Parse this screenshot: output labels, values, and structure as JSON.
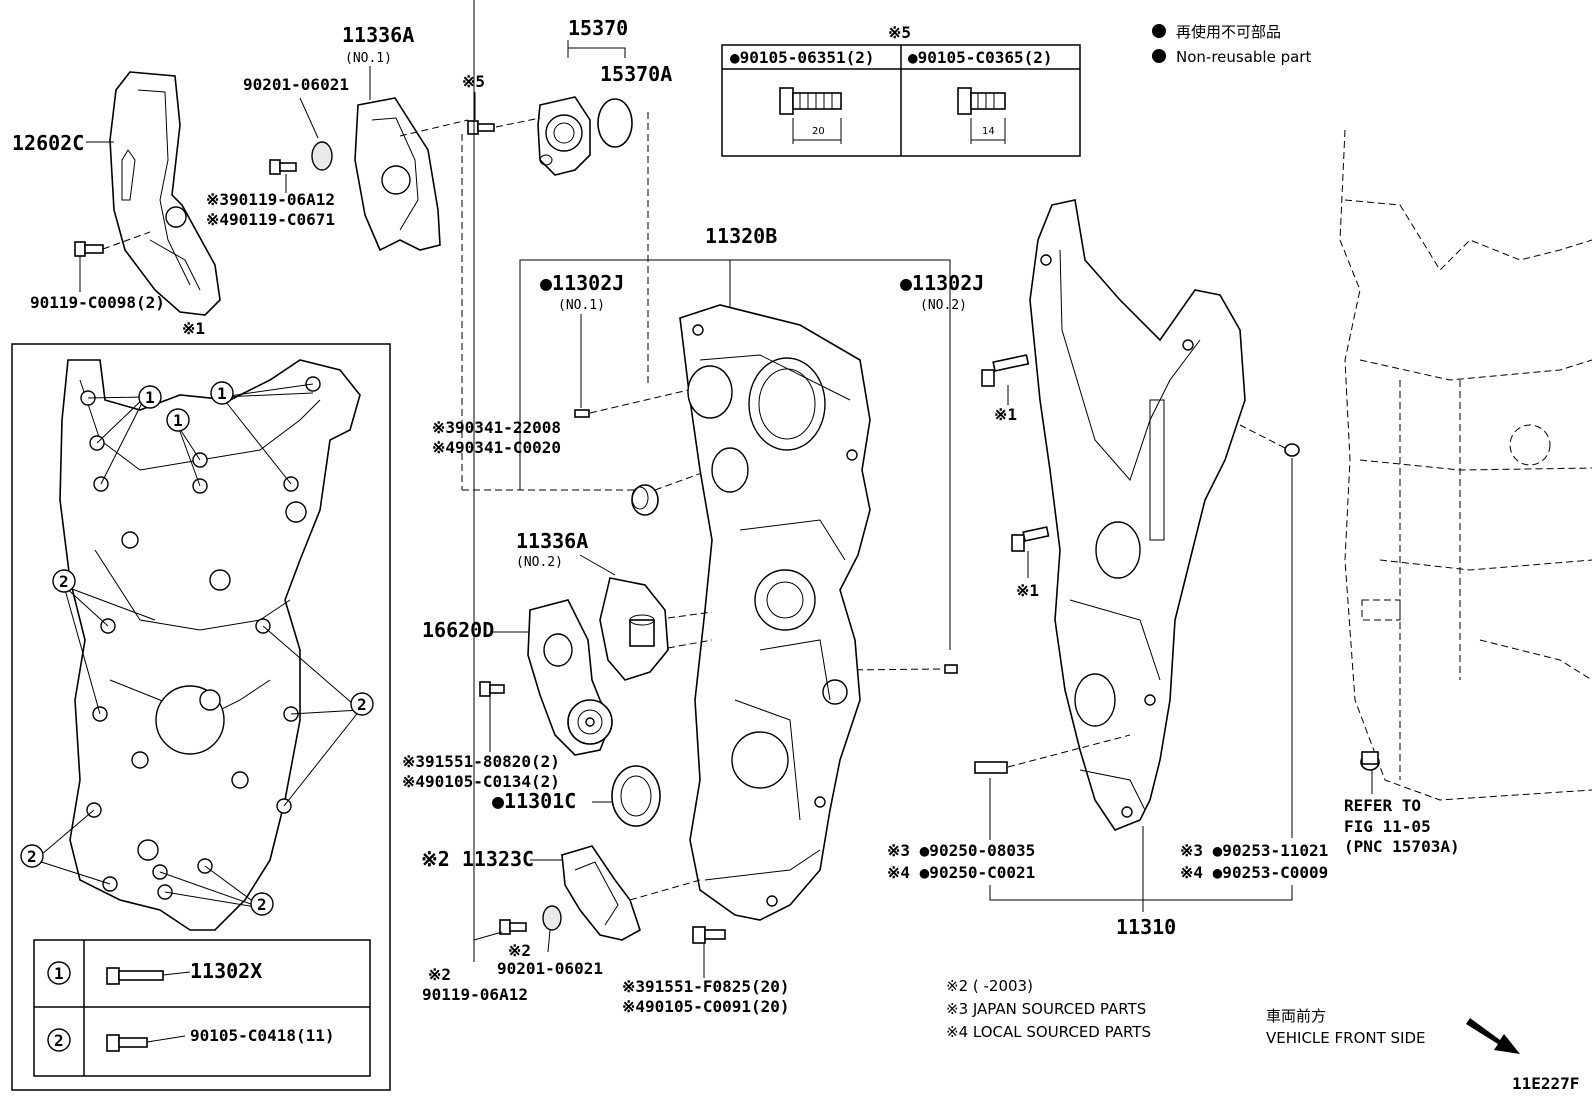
{
  "legend": {
    "non_reusable_jp": "再使用不可部品",
    "non_reusable_en": "Non-reusable part"
  },
  "parts": {
    "p12602C": "12602C",
    "p11336A": "11336A",
    "p11336A_no1": "(NO.1)",
    "p90201_06021_top": "90201-06021",
    "p90119_06A12_s3": "※390119-06A12",
    "p90119_C0671_s4": "※490119-C0671",
    "p90119_C0098": "90119-C0098(2)",
    "p15370": "15370",
    "p15370A": "15370A",
    "s5_near_bolt": "※5",
    "p11320B": "11320B",
    "p11302J_1": "●11302J",
    "p11302J_no1": "(NO.1)",
    "p11302J_2": "●11302J",
    "p11302J_no2": "(NO.2)",
    "p90341_22008_s3": "※390341-22008",
    "p90341_C0020_s4": "※490341-C0020",
    "p11336A_2": "11336A",
    "p11336A_no2": "(NO.2)",
    "p16620D": "16620D",
    "p91551_80820_s3": "※391551-80820(2)",
    "p90105_C0134_s4": "※490105-C0134(2)",
    "p11301C": "●11301C",
    "p11323C": "※2 11323C",
    "s2_a": "※2",
    "s2_b": "※2",
    "p90201_06021_bot": "90201-06021",
    "p90119_06A12_bot": "90119-06A12",
    "p91551_F0825_s3": "※391551-F0825(20)",
    "p90105_C0091_s4": "※490105-C0091(20)",
    "s1_a": "※1",
    "s1_b": "※1",
    "p90250_08035_s3": "※3 ●90250-08035",
    "p90250_C0021_s4": "※4 ●90250-C0021",
    "p90253_11021_s3": "※3 ●90253-11021",
    "p90253_C0009_s4": "※4 ●90253-C0009",
    "p11310": "11310",
    "refer_1": "REFER TO",
    "refer_2": "FIG 11-05",
    "refer_3": "(PNC 15703A)"
  },
  "bolt_table": {
    "title": "※5",
    "col1": "●90105-06351(2)",
    "col2": "●90105-C0365(2)",
    "len1": "20",
    "len2": "14"
  },
  "inset": {
    "title": "※1",
    "marker1": "1",
    "marker2": "2",
    "row1_part": "11302X",
    "row2_part": "90105-C0418(11)"
  },
  "notes": {
    "n2": "※2 (      -2003)",
    "n3": "※3 JAPAN SOURCED PARTS",
    "n4": "※4 LOCAL SOURCED PARTS"
  },
  "front": {
    "jp": "車両前方",
    "en": "VEHICLE FRONT SIDE"
  },
  "figure_id": "11E227F"
}
